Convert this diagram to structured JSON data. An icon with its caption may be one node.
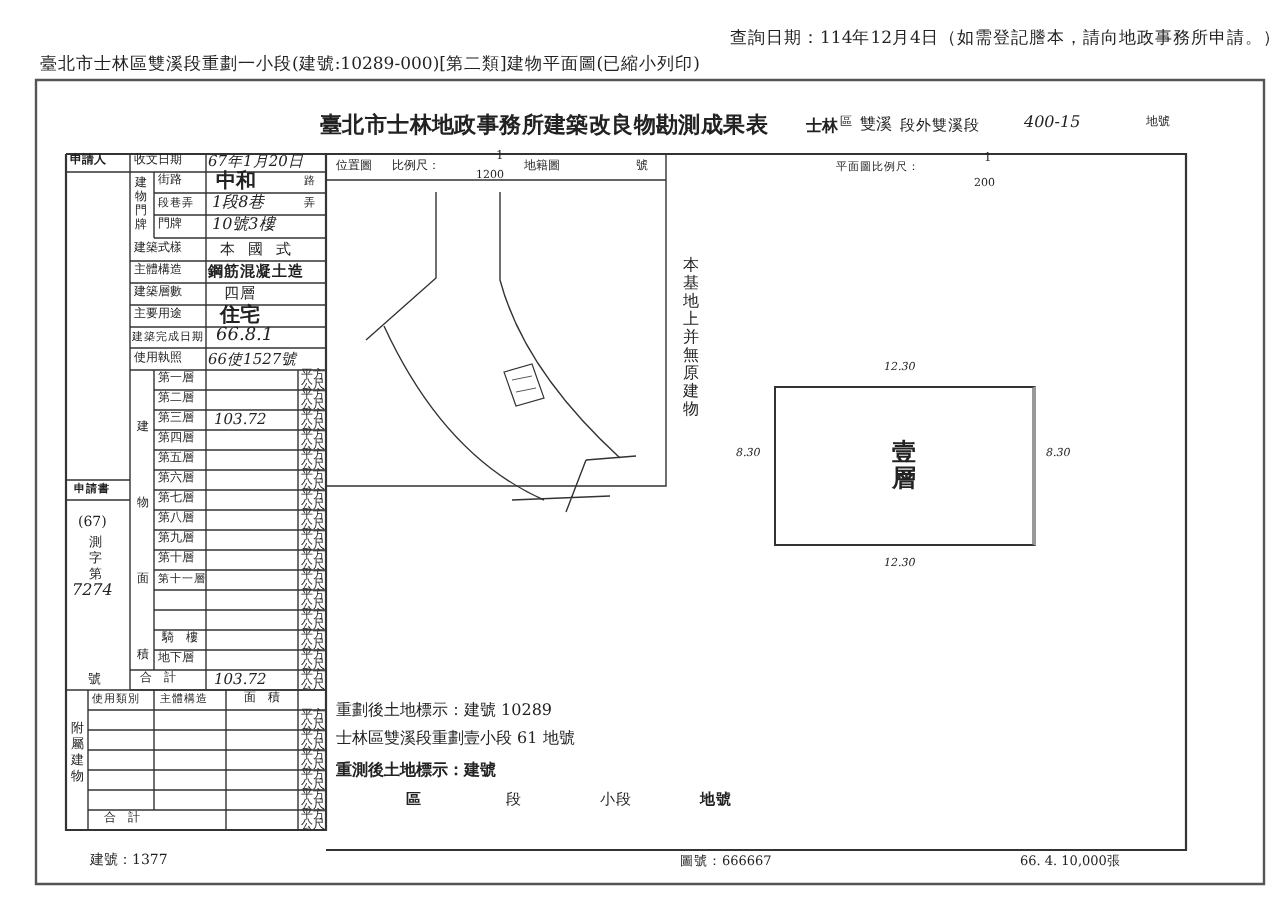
{
  "diagram": {
    "title": "臺北市士林地政事務所建築改良物勘測成果表",
    "nodes": [
      {
        "text": [
          "壹層"
        ]
      }
    ],
    "labels": [
      "查詢日期：114年12月4日（如需登記謄本，請向地政事務所申請。）",
      "臺北市士林區雙溪段重劃一小段(建號:10289-000)[第二類]建物平面圖(已縮小列印)",
      "士林",
      "區",
      "雙溪",
      "段外雙溪段",
      "400-15",
      "地號",
      "申請人",
      "收文日期",
      "67年1月20日",
      "建物門牌",
      "街路",
      "中和",
      "路",
      "段巷弄",
      "1段8巷",
      "弄",
      "門牌",
      "10號3樓",
      "建築式樣",
      "本國式",
      "主體構造",
      "鋼筋混凝土造",
      "建築層數",
      "四層",
      "主要用途",
      "住宅",
      "建築完成日期",
      "66.8.1",
      "使用執照",
      "66使1527號",
      "建物面積",
      "第一層",
      "平方公尺",
      "第二層",
      "平方公尺",
      "第三層",
      "103.72",
      "平方公尺",
      "第四層",
      "平方公尺",
      "第五層",
      "平方公尺",
      "第六層",
      "平方公尺",
      "第七層",
      "平方公尺",
      "第八層",
      "平方公尺",
      "第九層",
      "平方公尺",
      "第十層",
      "平方公尺",
      "第十一層",
      "平方公尺",
      "平方公尺",
      "平方公尺",
      "騎樓",
      "平方公尺",
      "地下層",
      "平方公尺",
      "合計",
      "103.72",
      "平方公尺",
      "申請書",
      "(67)",
      "測字第",
      "7274",
      "號",
      "使用類別",
      "主體構造",
      "面積",
      "附屬建物",
      "平方公尺",
      "平方公尺",
      "平方公尺",
      "平方公尺",
      "平方公尺",
      "合計",
      "平方公尺",
      "建號：1377",
      "位置圖",
      "比例尺：",
      "1",
      "1200",
      "地籍圖",
      "號",
      "本基地上并無原建物",
      "平面圖比例尺：",
      "1",
      "200",
      "12.30",
      "8.30",
      "8.30",
      "12.30",
      "重劃後土地標示：建號 10289",
      "士林區雙溪段重劃壹小段 61 地號",
      "重測後土地標示：建號",
      "區",
      "段",
      "小段",
      "地號",
      "圖號：666667",
      "66. 4. 10,000張"
    ]
  }
}
